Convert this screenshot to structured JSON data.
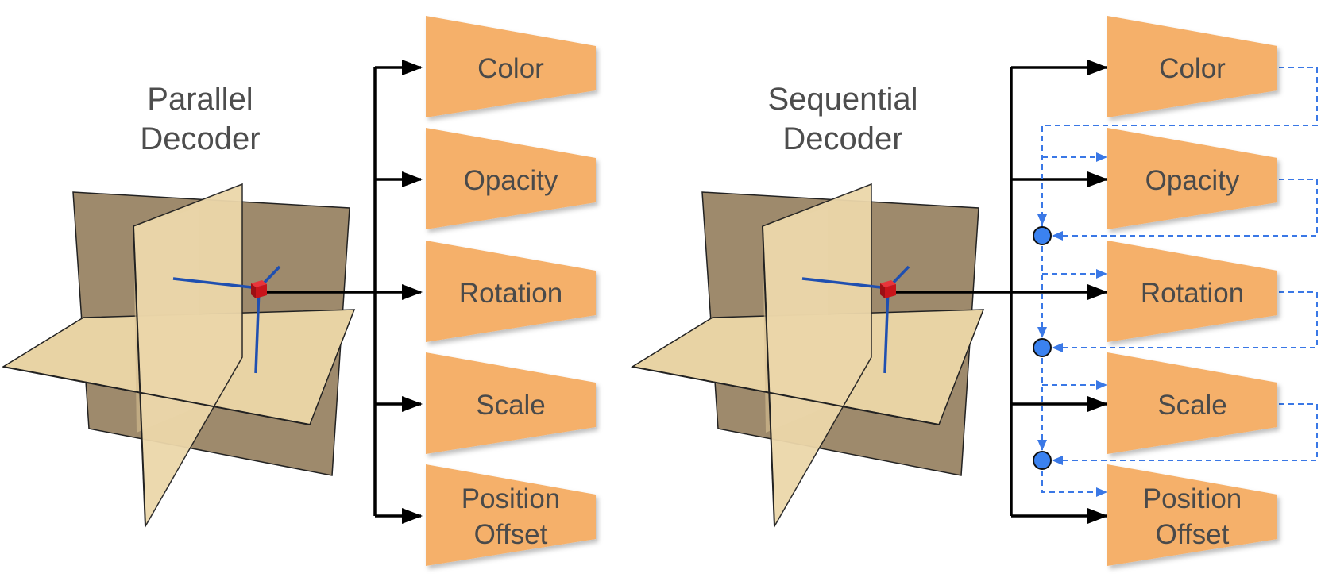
{
  "panels": [
    {
      "id": "parallel",
      "title_line1": "Parallel",
      "title_line2": "Decoder",
      "heads": [
        {
          "line1": "Color",
          "line2": ""
        },
        {
          "line1": "Opacity",
          "line2": ""
        },
        {
          "line1": "Rotation",
          "line2": ""
        },
        {
          "line1": "Scale",
          "line2": ""
        },
        {
          "line1": "Position",
          "line2": "Offset"
        }
      ]
    },
    {
      "id": "sequential",
      "title_line1": "Sequential",
      "title_line2": "Decoder",
      "heads": [
        {
          "line1": "Color",
          "line2": ""
        },
        {
          "line1": "Opacity",
          "line2": ""
        },
        {
          "line1": "Rotation",
          "line2": ""
        },
        {
          "line1": "Scale",
          "line2": ""
        },
        {
          "line1": "Position",
          "line2": "Offset"
        }
      ]
    }
  ],
  "colors": {
    "head_fill": "#f5b06a",
    "plane_dark": "#9e8a6c",
    "plane_light": "#ecd7aa",
    "axis": "#1f4fb0",
    "voxel": "#c8141a",
    "feedback": "#3a78e6"
  }
}
